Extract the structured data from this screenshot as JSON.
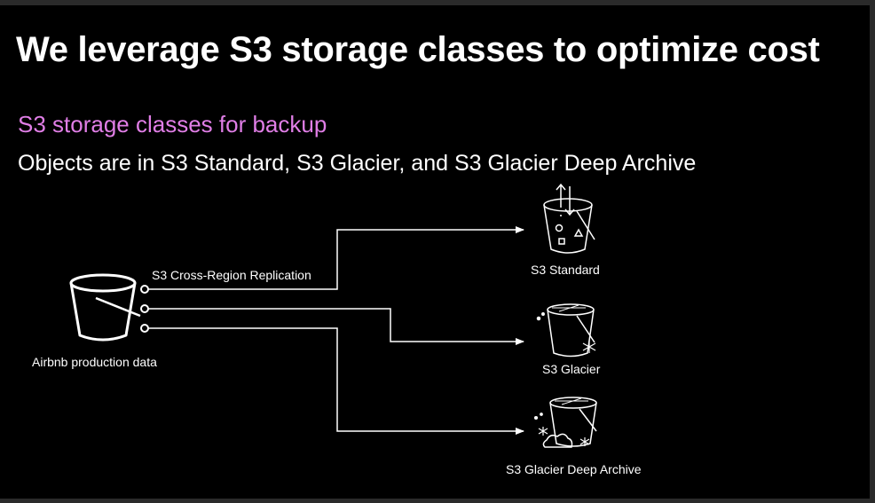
{
  "slide": {
    "title": "We leverage S3 storage classes to optimize cost",
    "subtitle": "S3 storage classes for backup",
    "description": "Objects are in S3 Standard, S3 Glacier, and S3 Glacier Deep Archive"
  },
  "diagram": {
    "source_label": "Airbnb production data",
    "replication_label": "S3 Cross-Region Replication",
    "targets": [
      {
        "label": "S3 Standard",
        "icon": "s3-standard-bucket-icon"
      },
      {
        "label": "S3 Glacier",
        "icon": "s3-glacier-bucket-icon"
      },
      {
        "label": "S3 Glacier Deep Archive",
        "icon": "s3-glacier-deep-archive-bucket-icon"
      }
    ],
    "colors": {
      "background": "#000000",
      "text": "#ffffff",
      "subtitle": "#e07ee6",
      "lines": "#ffffff"
    }
  }
}
